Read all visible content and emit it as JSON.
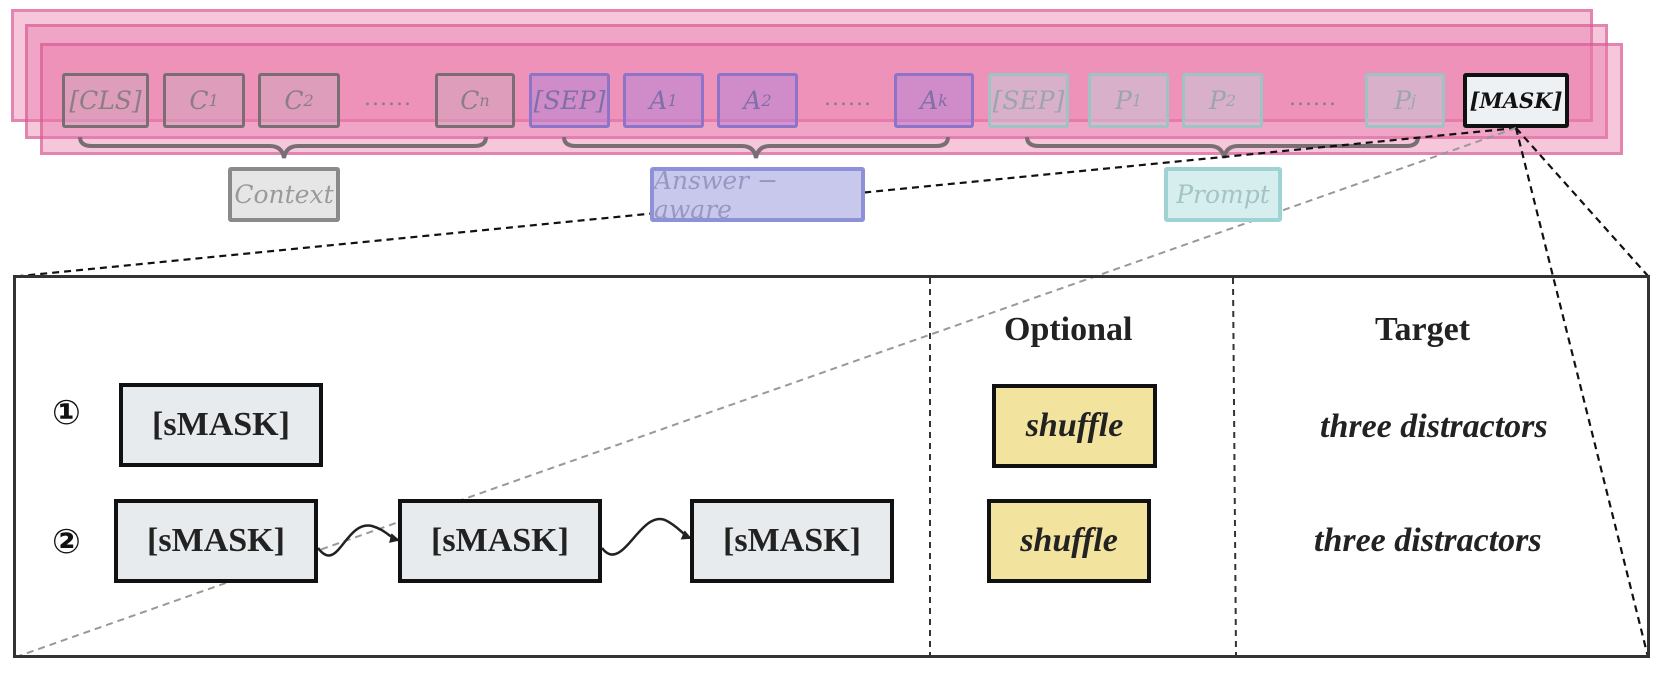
{
  "sequence": {
    "context_tokens": [
      "[CLS]",
      "C",
      "C",
      "......",
      "C"
    ],
    "context_subs": [
      "",
      "1",
      "2",
      "",
      "n"
    ],
    "answer_tokens": [
      "[SEP]",
      "A",
      "A",
      "......",
      "A"
    ],
    "answer_subs": [
      "",
      "1",
      "2",
      "",
      "k"
    ],
    "prompt_tokens": [
      "[SEP]",
      "P",
      "P",
      "......",
      "P"
    ],
    "prompt_subs": [
      "",
      "1",
      "2",
      "",
      "j"
    ],
    "mask_token": "[MASK]"
  },
  "segment_labels": {
    "context": "Context",
    "answer": "Answer − aware",
    "prompt": "Prompt"
  },
  "panel": {
    "optional_header": "Optional",
    "target_header": "Target",
    "rows": [
      {
        "number": "①",
        "masks": [
          "[sMASK]"
        ],
        "optional": "shuffle",
        "target": "three distractors"
      },
      {
        "number": "②",
        "masks": [
          "[sMASK]",
          "[sMASK]",
          "[sMASK]"
        ],
        "optional": "shuffle",
        "target": "three distractors"
      }
    ]
  },
  "colors": {
    "layer_pink": "#ea78aa",
    "context_gray": "#7a6e74",
    "answer_purple": "#8d74c9",
    "prompt_teal": "#9fc3c3",
    "shuffle_yellow": "#f2e39f",
    "smask_fill": "#e8ebee"
  }
}
